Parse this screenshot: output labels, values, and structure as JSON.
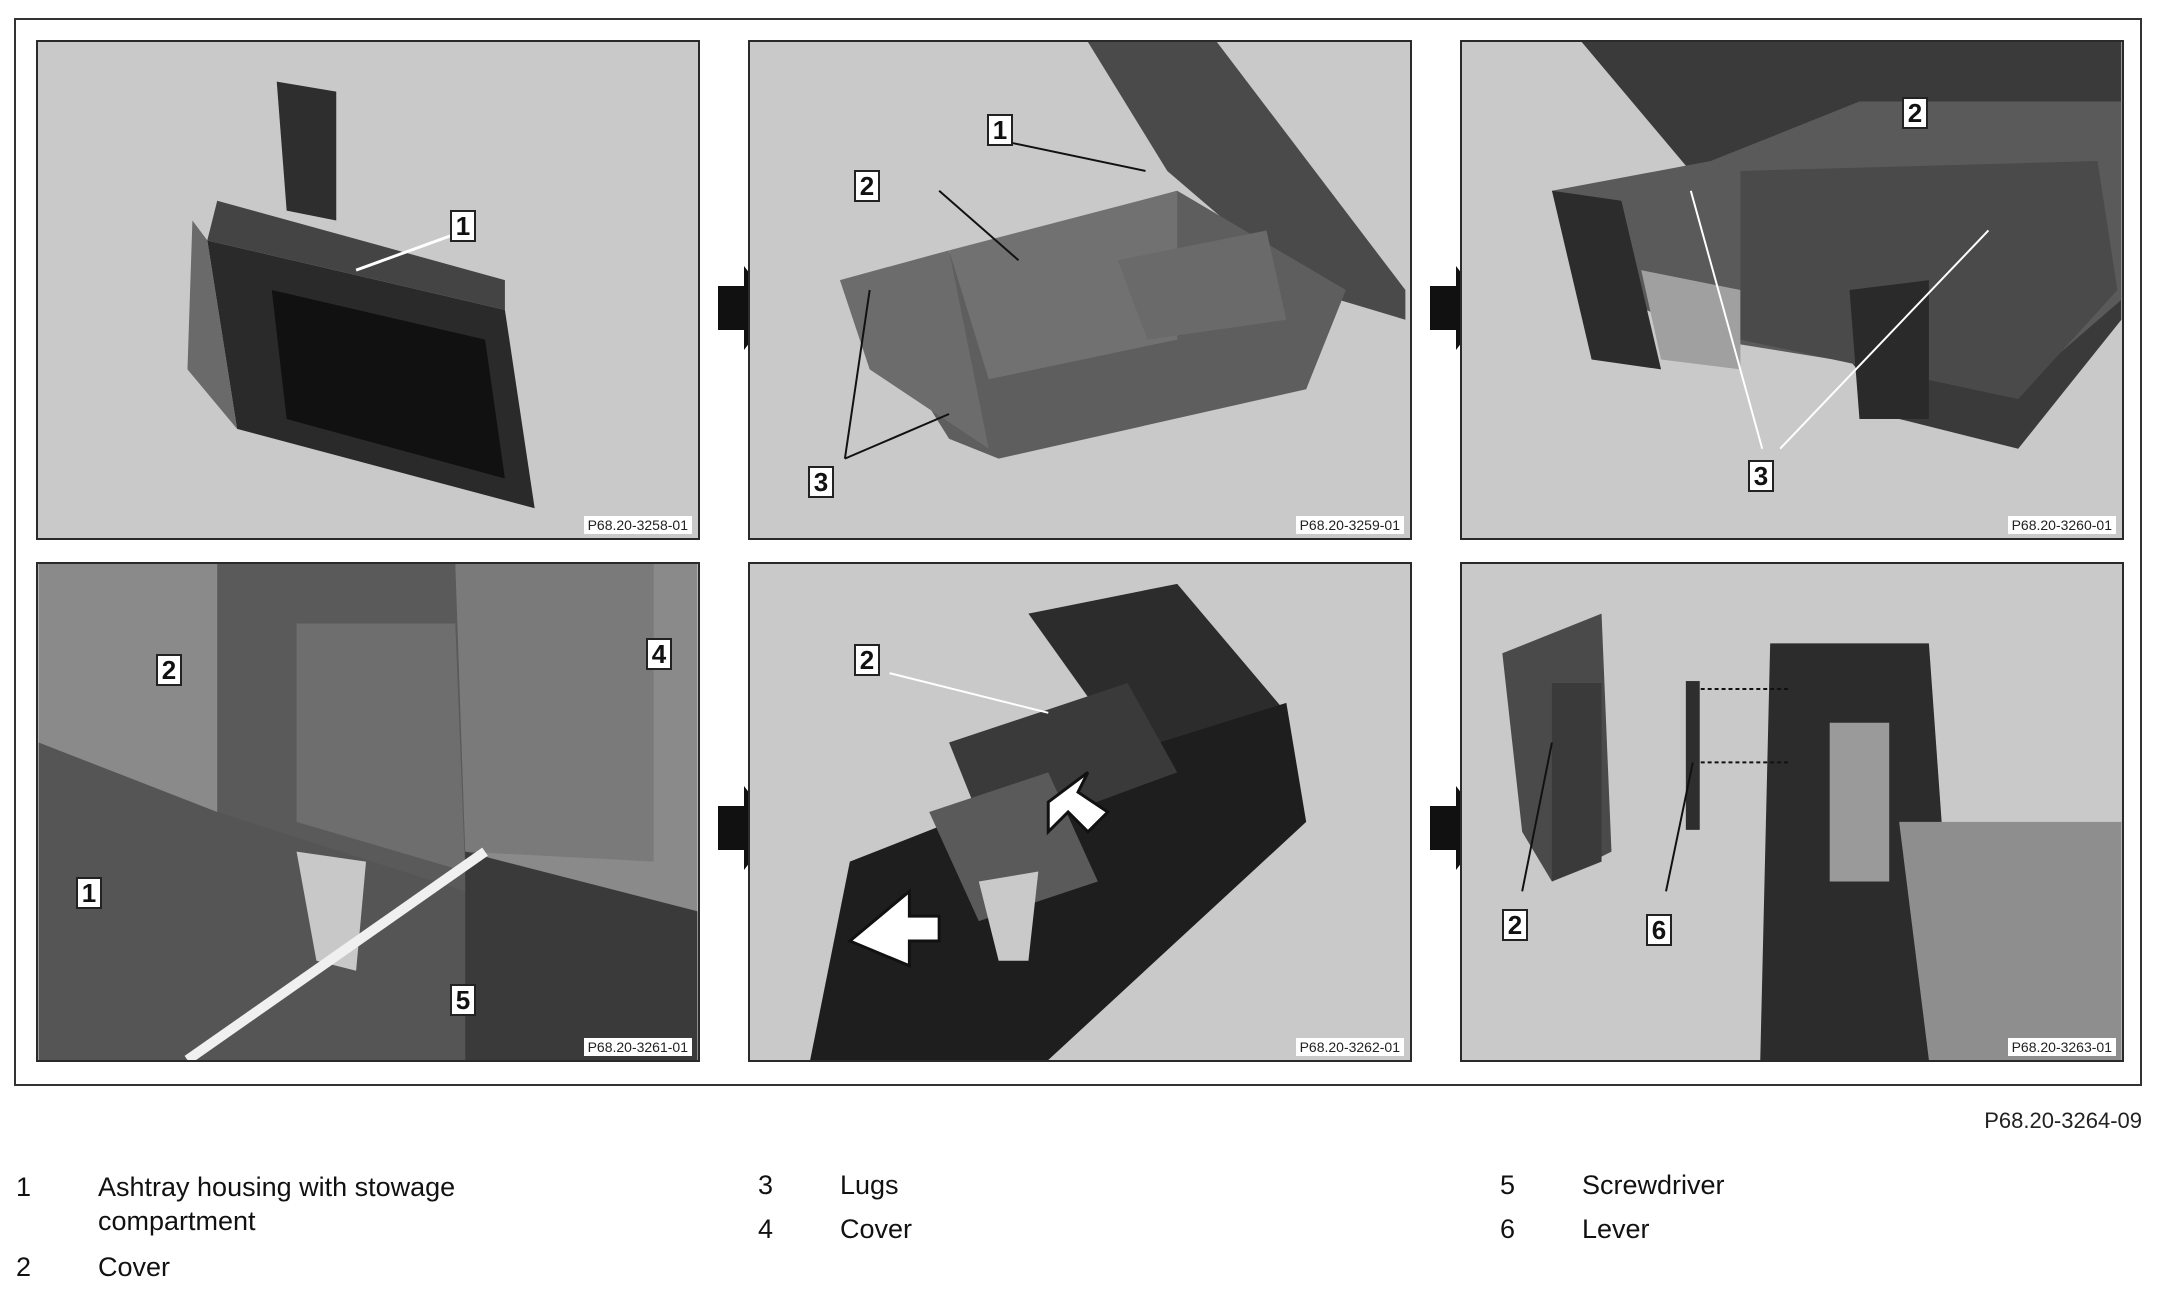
{
  "figure_ref": "P68.20-3264-09",
  "panels": [
    {
      "code": "P68.20-3258-01",
      "callouts": [
        "1"
      ]
    },
    {
      "code": "P68.20-3259-01",
      "callouts": [
        "1",
        "2",
        "3"
      ]
    },
    {
      "code": "P68.20-3260-01",
      "callouts": [
        "2",
        "3"
      ]
    },
    {
      "code": "P68.20-3261-01",
      "callouts": [
        "2",
        "4",
        "1",
        "5"
      ]
    },
    {
      "code": "P68.20-3262-01",
      "callouts": [
        "2"
      ]
    },
    {
      "code": "P68.20-3263-01",
      "callouts": [
        "2",
        "6"
      ]
    }
  ],
  "legend": [
    {
      "num": "1",
      "text": "Ashtray housing with stowage compartment"
    },
    {
      "num": "2",
      "text": "Cover"
    },
    {
      "num": "3",
      "text": "Lugs"
    },
    {
      "num": "4",
      "text": "Cover"
    },
    {
      "num": "5",
      "text": "Screwdriver"
    },
    {
      "num": "6",
      "text": "Lever"
    }
  ],
  "colors": {
    "panel_bg": "#c9c9c9",
    "part_dark": "#2e2e2e",
    "part_mid": "#5a5a5a",
    "part_light": "#8a8a8a"
  }
}
